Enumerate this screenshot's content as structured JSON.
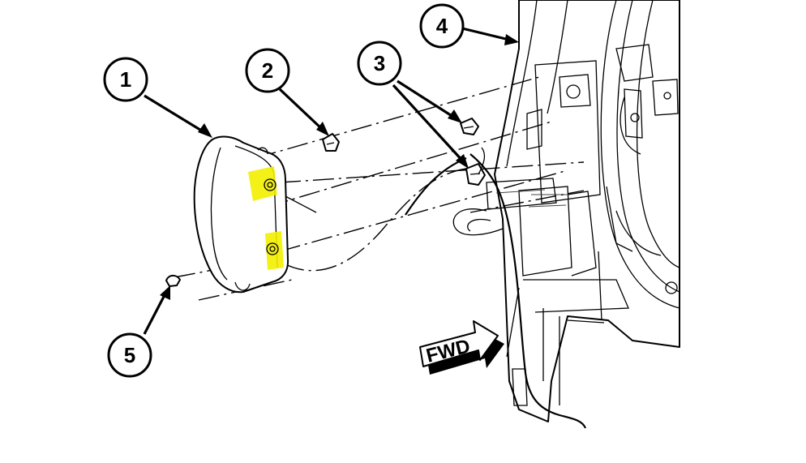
{
  "colors": {
    "highlight": "#f3f000",
    "line": "#000000",
    "background": "#ffffff"
  },
  "callouts": [
    {
      "id": "1",
      "label": "1"
    },
    {
      "id": "2",
      "label": "2"
    },
    {
      "id": "3",
      "label": "3"
    },
    {
      "id": "4",
      "label": "4"
    },
    {
      "id": "5",
      "label": "5"
    }
  ],
  "direction_arrow": {
    "label": "FWD"
  }
}
